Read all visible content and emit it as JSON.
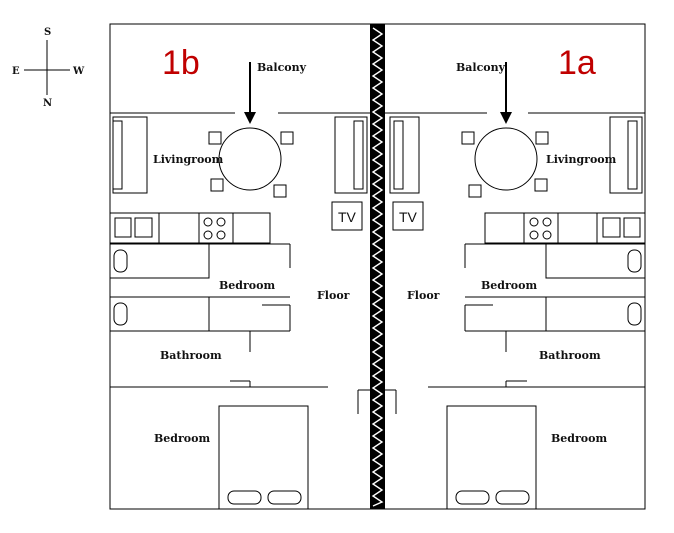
{
  "compass": {
    "s": "S",
    "n": "N",
    "e": "E",
    "w": "W"
  },
  "units": {
    "left": "1b",
    "right": "1a"
  },
  "rooms": {
    "balcony_left": "Balcony",
    "balcony_right": "Balcony",
    "living_left": "Livingroom",
    "living_right": "Livingroom",
    "bedroom_mid_left": "Bedroom",
    "bedroom_mid_right": "Bedroom",
    "floor_left": "Floor",
    "floor_right": "Floor",
    "bath_left": "Bathroom",
    "bath_right": "Bathroom",
    "bedroom_bottom_left": "Bedroom",
    "bedroom_bottom_right": "Bedroom"
  },
  "tv": {
    "left": "TV",
    "right": "TV"
  },
  "colors": {
    "unit_label": "#c00000",
    "lines": "#000000",
    "background": "#ffffff"
  }
}
